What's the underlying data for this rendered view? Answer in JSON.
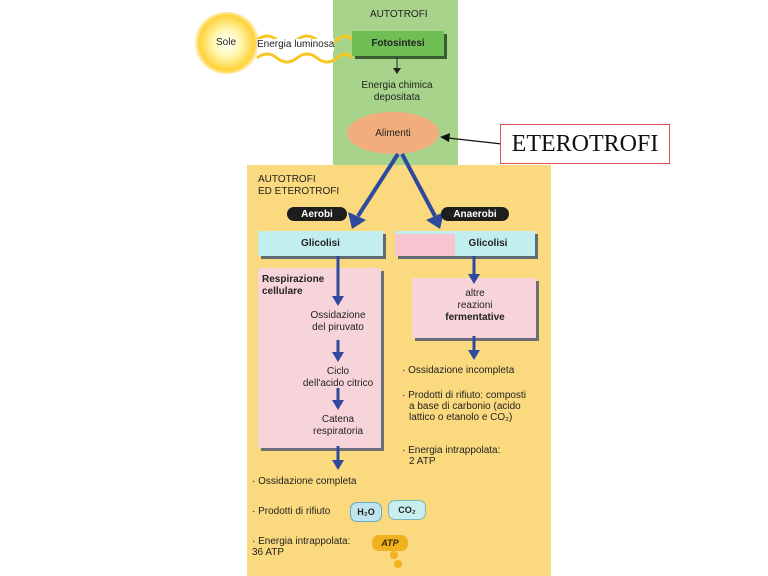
{
  "top": {
    "autotrofi_label": "AUTOTROFI",
    "sun_label": "Sole",
    "light_label": "Energia luminosa",
    "photosynthesis_label": "Fotosintesi",
    "chemical_energy_line1": "Energia chimica",
    "chemical_energy_line2": "depositata",
    "food_label": "Alimenti",
    "eterotrofi_label": "ETEROTROFI"
  },
  "bottom": {
    "header_line1": "AUTOTROFI",
    "header_line2": "ED ETEROTROFI",
    "aerobic": {
      "pill": "Aerobi",
      "glycolysis": "Glicolisi",
      "resp_line1": "Respirazione",
      "resp_line2": "cellulare",
      "step1_line1": "Ossidazione",
      "step1_line2": "del piruvato",
      "step2_line1": "Ciclo",
      "step2_line2": "dell'acido citrico",
      "step3_line1": "Catena",
      "step3_line2": "respiratoria",
      "bullet1": "· Ossidazione completa",
      "bullet2": "· Prodotti di rifiuto",
      "chip_h2o": "H₂O",
      "chip_co2": "CO₂",
      "bullet3_line1": "· Energia intrappolata:",
      "bullet3_line2": "36 ATP",
      "atp_label": "ATP"
    },
    "anaerobic": {
      "pill": "Anaerobi",
      "glycolysis": "Glicolisi",
      "ferm_line1": "altre",
      "ferm_line2": "reazioni",
      "ferm_line3": "fermentative",
      "bullet1": "· Ossidazione incompleta",
      "bullet2_line1": "· Prodotti di rifiuto: composti",
      "bullet2_line2": "a base di carbonio (acido",
      "bullet2_line3": "lattico o etanolo e CO₂)",
      "bullet3_line1": "· Energia intrappolata:",
      "bullet3_line2": "2 ATP"
    }
  },
  "colors": {
    "green_panel": "#a8d38a",
    "yellow_panel": "#fbd97e",
    "arrow_blue": "#2f4a9c"
  }
}
